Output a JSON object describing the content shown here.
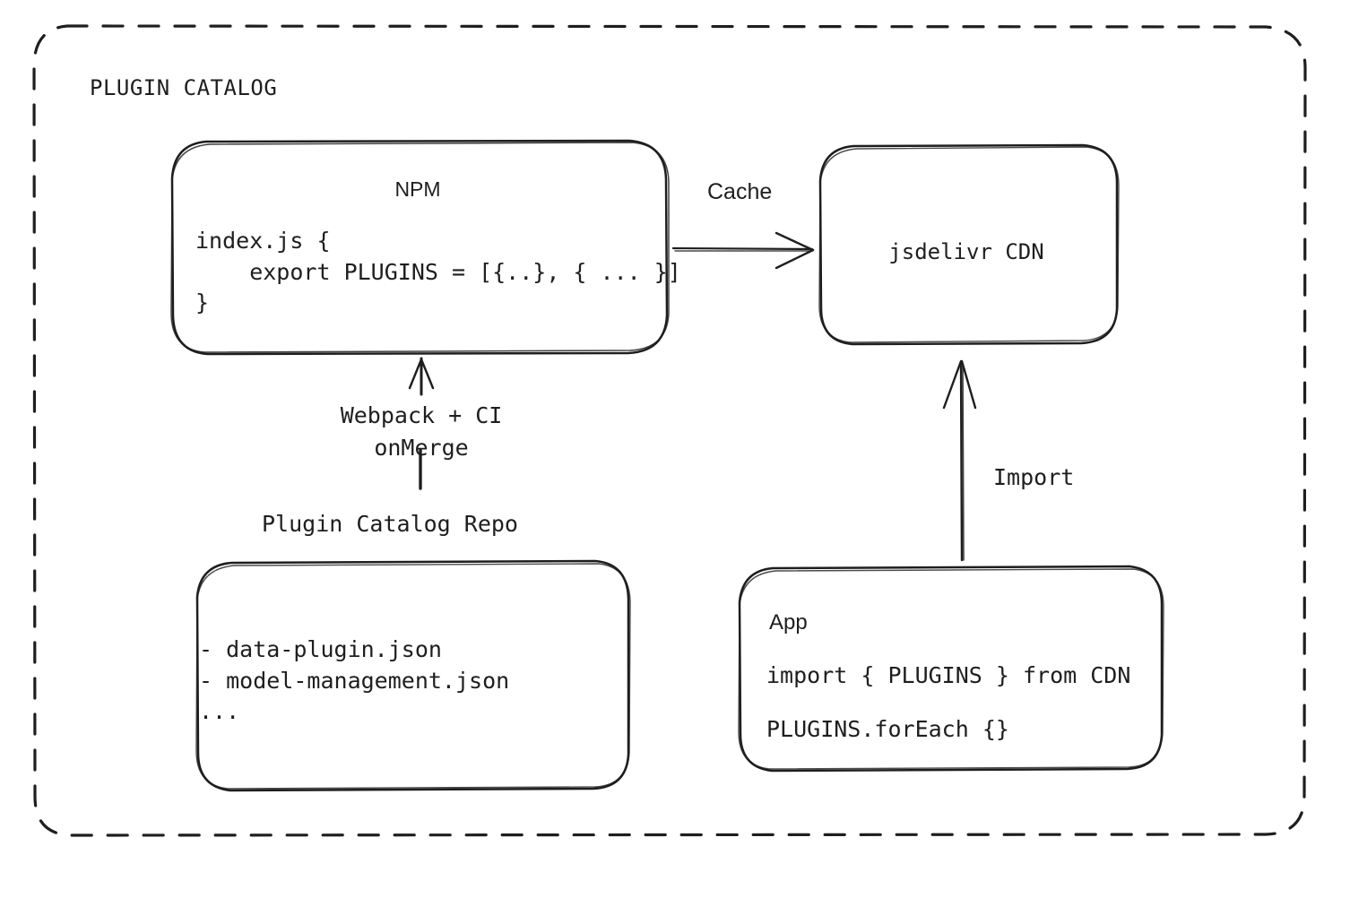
{
  "diagram": {
    "title": "PLUGIN CATALOG",
    "background": "#ffffff",
    "stroke": "#1e1e1e",
    "style": "hand-drawn",
    "container_border": "dashed"
  },
  "nodes": {
    "npm": {
      "title": "NPM",
      "code": "index.js {\n    export PLUGINS = [{..}, { ... }]\n}"
    },
    "cdn": {
      "title": "jsdelivr CDN"
    },
    "repo": {
      "caption": "Plugin Catalog Repo",
      "files": "- data-plugin.json\n- model-management.json\n..."
    },
    "app": {
      "title": "App",
      "line1": "import { PLUGINS } from CDN",
      "line2": "PLUGINS.forEach {}"
    }
  },
  "edges": {
    "npm_to_cdn": {
      "label": "Cache",
      "direction": "right"
    },
    "repo_to_npm": {
      "label": "Webpack + CI\nonMerge",
      "direction": "up"
    },
    "app_to_cdn": {
      "label": "Import",
      "direction": "up"
    }
  }
}
